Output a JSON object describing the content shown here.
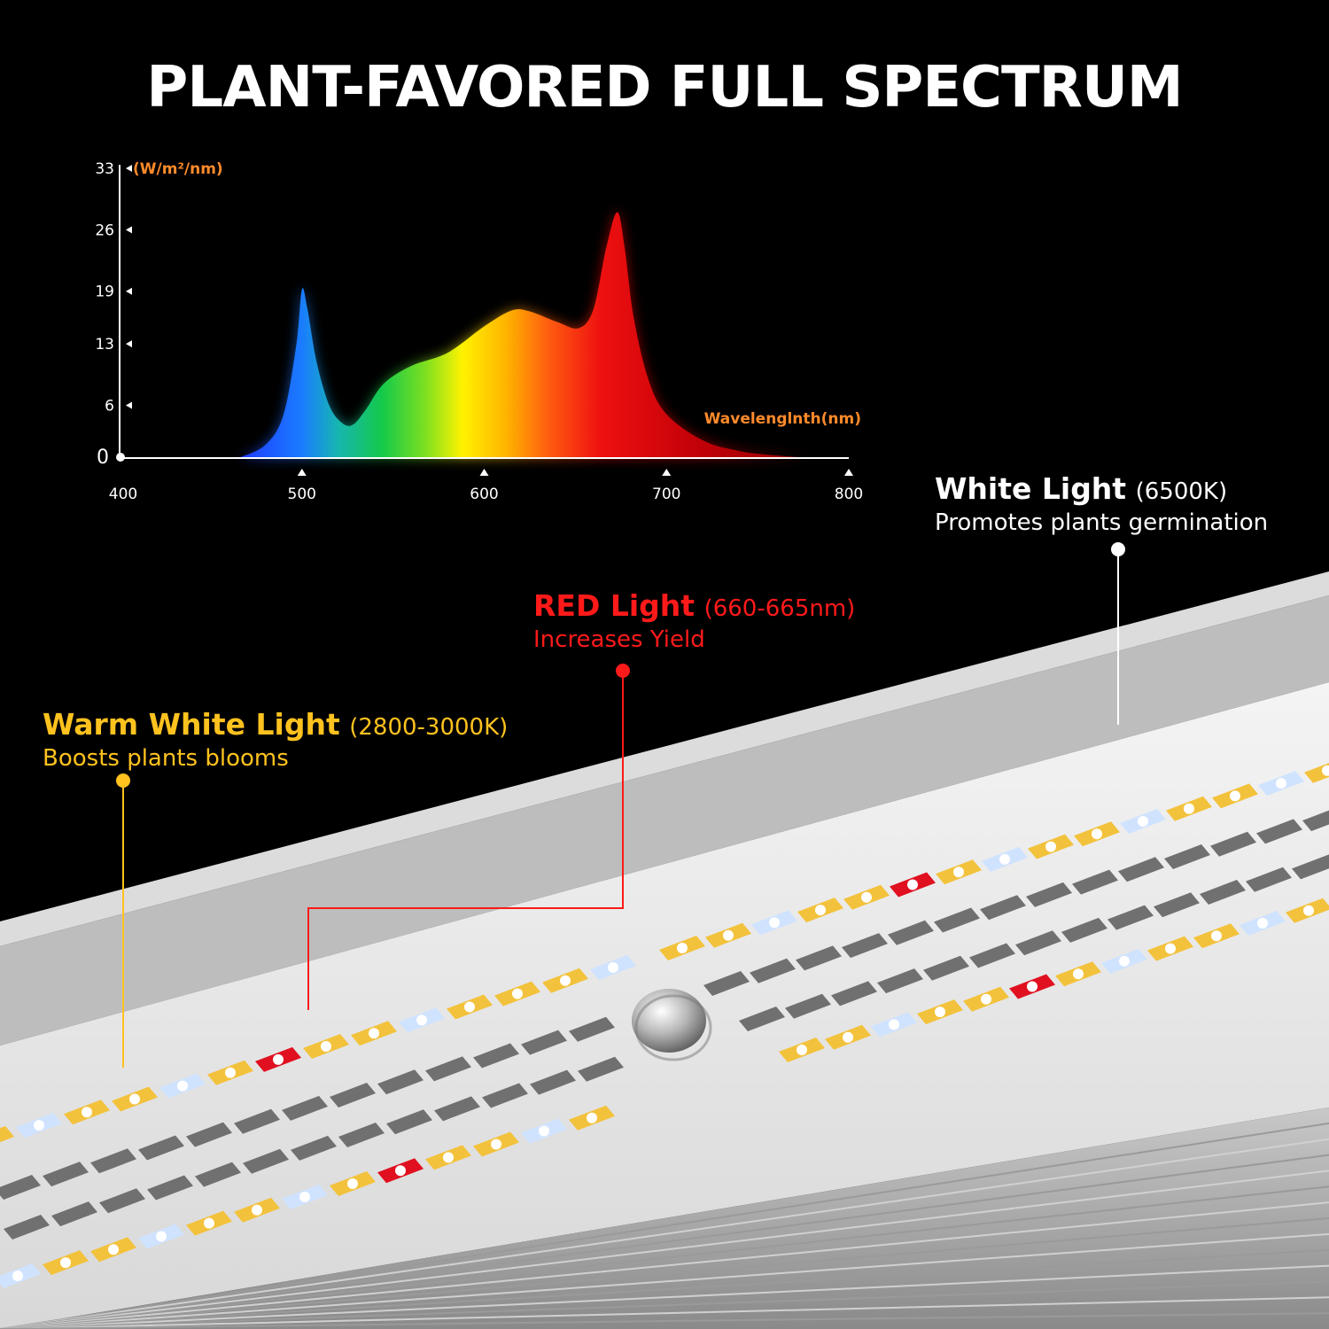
{
  "title": "PLANT-FAVORED FULL SPECTRUM",
  "chart_data": {
    "type": "area",
    "ylabel": "(W/m²/nm)",
    "xlabel": "Wavelenglnth(nm)",
    "xlim": [
      400,
      800
    ],
    "ylim": [
      0,
      33
    ],
    "x_ticks": [
      "400",
      "500",
      "600",
      "700",
      "800"
    ],
    "y_ticks": [
      "0",
      "6",
      "13",
      "19",
      "26",
      "33"
    ],
    "grid": false,
    "x": [
      465,
      480,
      490,
      497,
      500,
      503,
      508,
      515,
      522,
      528,
      535,
      545,
      560,
      580,
      600,
      615,
      625,
      640,
      652,
      660,
      667,
      673,
      677,
      682,
      690,
      700,
      720,
      740,
      760,
      780
    ],
    "y": [
      0,
      1.5,
      5,
      13,
      19.2,
      17,
      11,
      6,
      4,
      3.8,
      5.5,
      8.5,
      10.5,
      12,
      15,
      16.8,
      16.7,
      15.5,
      14.8,
      17,
      24,
      28,
      24,
      16,
      9,
      5,
      2,
      0.8,
      0.3,
      0
    ]
  },
  "callouts": {
    "white": {
      "name": "White Light",
      "spec": "(6500K)",
      "desc": "Promotes plants germination",
      "color": "#ffffff"
    },
    "red": {
      "name": "RED Light",
      "spec": "(660-665nm)",
      "desc": "Increases Yield",
      "color": "#ff1a1a"
    },
    "warm": {
      "name": "Warm White Light",
      "spec": "(2800-3000K)",
      "desc": "Boosts plants blooms",
      "color": "#ffc21e"
    }
  },
  "colors": {
    "background": "#000000",
    "axis_label": "#ff8a2a",
    "led_warm": "#f3c23c",
    "led_white": "#cfe3ff",
    "led_red": "#e01020",
    "led_off": "#707070",
    "panel": "#e6e6e6"
  }
}
